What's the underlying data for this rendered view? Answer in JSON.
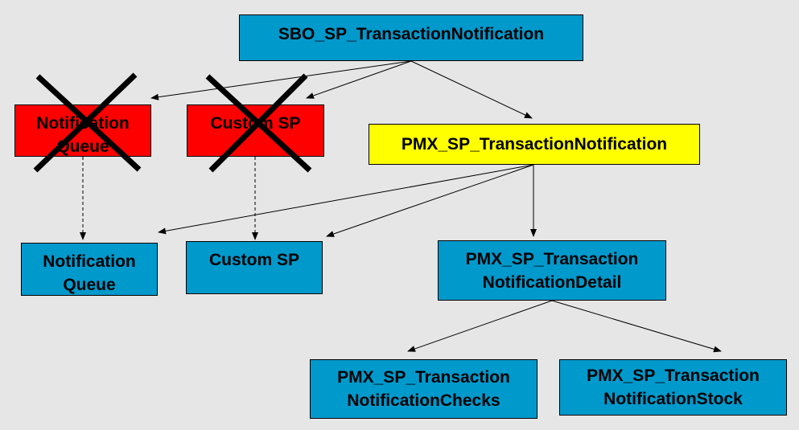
{
  "nodes": {
    "sbo": "SBO_SP_TransactionNotification",
    "pmx": "PMX_SP_TransactionNotification",
    "old_queue": "Notification\nQueue",
    "old_custom": "Custom SP",
    "queue": "Notification\nQueue",
    "custom": "Custom SP",
    "detail": "PMX_SP_Transaction\nNotificationDetail",
    "checks": "PMX_SP_Transaction\nNotificationChecks",
    "stock": "PMX_SP_Transaction\nNotificationStock"
  },
  "colors": {
    "background": "#e6e6e6",
    "blue": "#0099cc",
    "yellow": "#ffff00",
    "red": "#ff0000",
    "line": "#000000"
  },
  "marks": {
    "deprecated": [
      "old_queue",
      "old_custom"
    ]
  }
}
